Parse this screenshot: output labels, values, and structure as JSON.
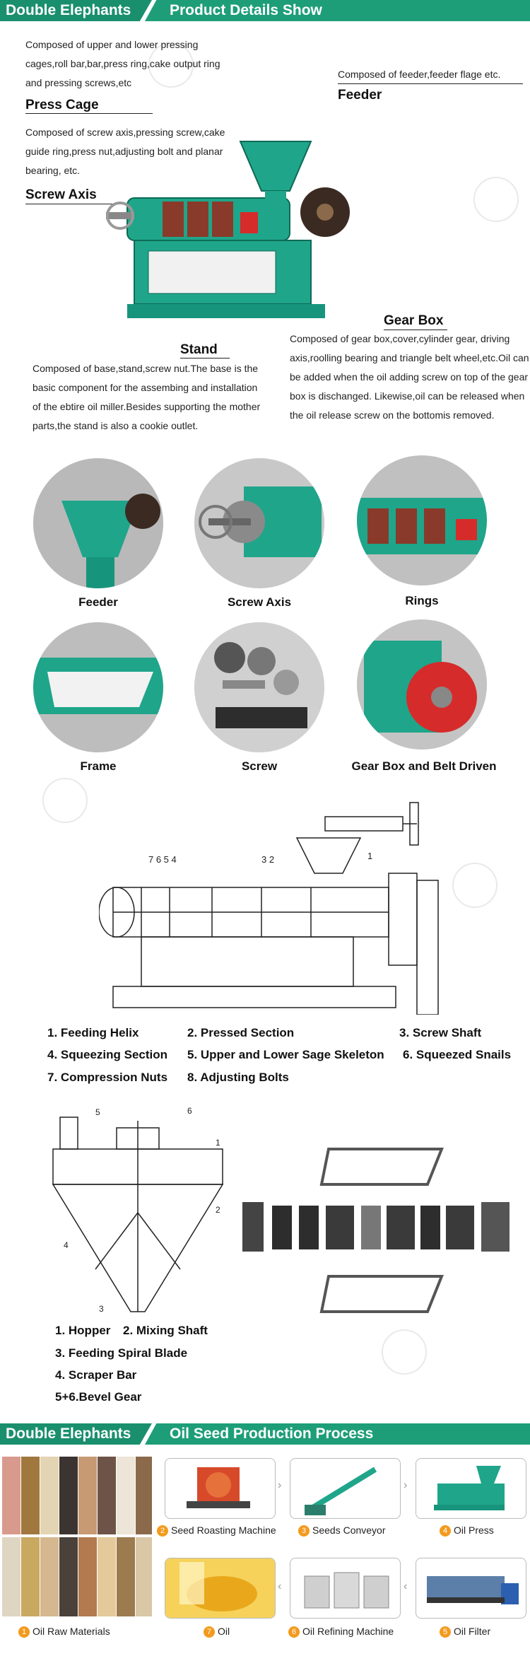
{
  "header1": {
    "brand": "Double Elephants",
    "title": "Product Details Show"
  },
  "notes": {
    "press_cage_top": "Composed of upper and lower pressing cages,roll bar,bar,press ring,cake output ring and pressing screws,etc",
    "feeder": "Composed of feeder,feeder flage etc.",
    "screw_axis": "Composed of screw axis,pressing screw,cake guide ring,press nut,adjusting bolt and planar bearing, etc.",
    "gear_box": "Composed of gear box,cover,cylinder gear, driving axis,roolling bearing and triangle belt wheel,etc.Oil can be added when the oil adding screw on top of the gear box is dischanged. Likewise,oil can be released when the oil release screw on the bottomis removed.",
    "stand": "Composed of base,stand,screw nut.The base is the basic component for the assembing and installation of the ebtire oil miller.Besides supporting the mother parts,the stand is also a cookie outlet."
  },
  "labels": {
    "press_cage": "Press Cage",
    "feeder": "Feeder",
    "screw_axis": "Screw Axis",
    "gear_box": "Gear Box",
    "stand": "Stand"
  },
  "details": [
    "Feeder",
    "Screw Axis",
    "Rings",
    "Frame",
    "Screw",
    "Gear Box and Belt Driven"
  ],
  "legend1": [
    "1. Feeding Helix",
    "2. Pressed Section",
    "3. Screw Shaft",
    "4. Squeezing Section",
    "5. Upper and Lower Sage Skeleton",
    "6. Squeezed Snails",
    "7. Compression Nuts",
    "8. Adjusting Bolts"
  ],
  "legend2": [
    "1. Hopper",
    "2. Mixing Shaft",
    "3. Feeding Spiral Blade",
    "4. Scraper Bar",
    "5+6.Bevel Gear"
  ],
  "header2": {
    "brand": "Double Elephants",
    "title": "Oil Seed Production Process"
  },
  "process": [
    {
      "num": "2",
      "label": "Seed Roasting Machine"
    },
    {
      "num": "3",
      "label": "Seeds Conveyor"
    },
    {
      "num": "4",
      "label": "Oil Press"
    },
    {
      "num": "1",
      "label": "Oil Raw Materials"
    },
    {
      "num": "7",
      "label": "Oil"
    },
    {
      "num": "6",
      "label": "Oil Refining Machine"
    },
    {
      "num": "5",
      "label": "Oil Filter"
    }
  ],
  "colors": {
    "banner": "#1a8f6d",
    "machine": "#1fa58a",
    "accent": "#f39a1e"
  }
}
